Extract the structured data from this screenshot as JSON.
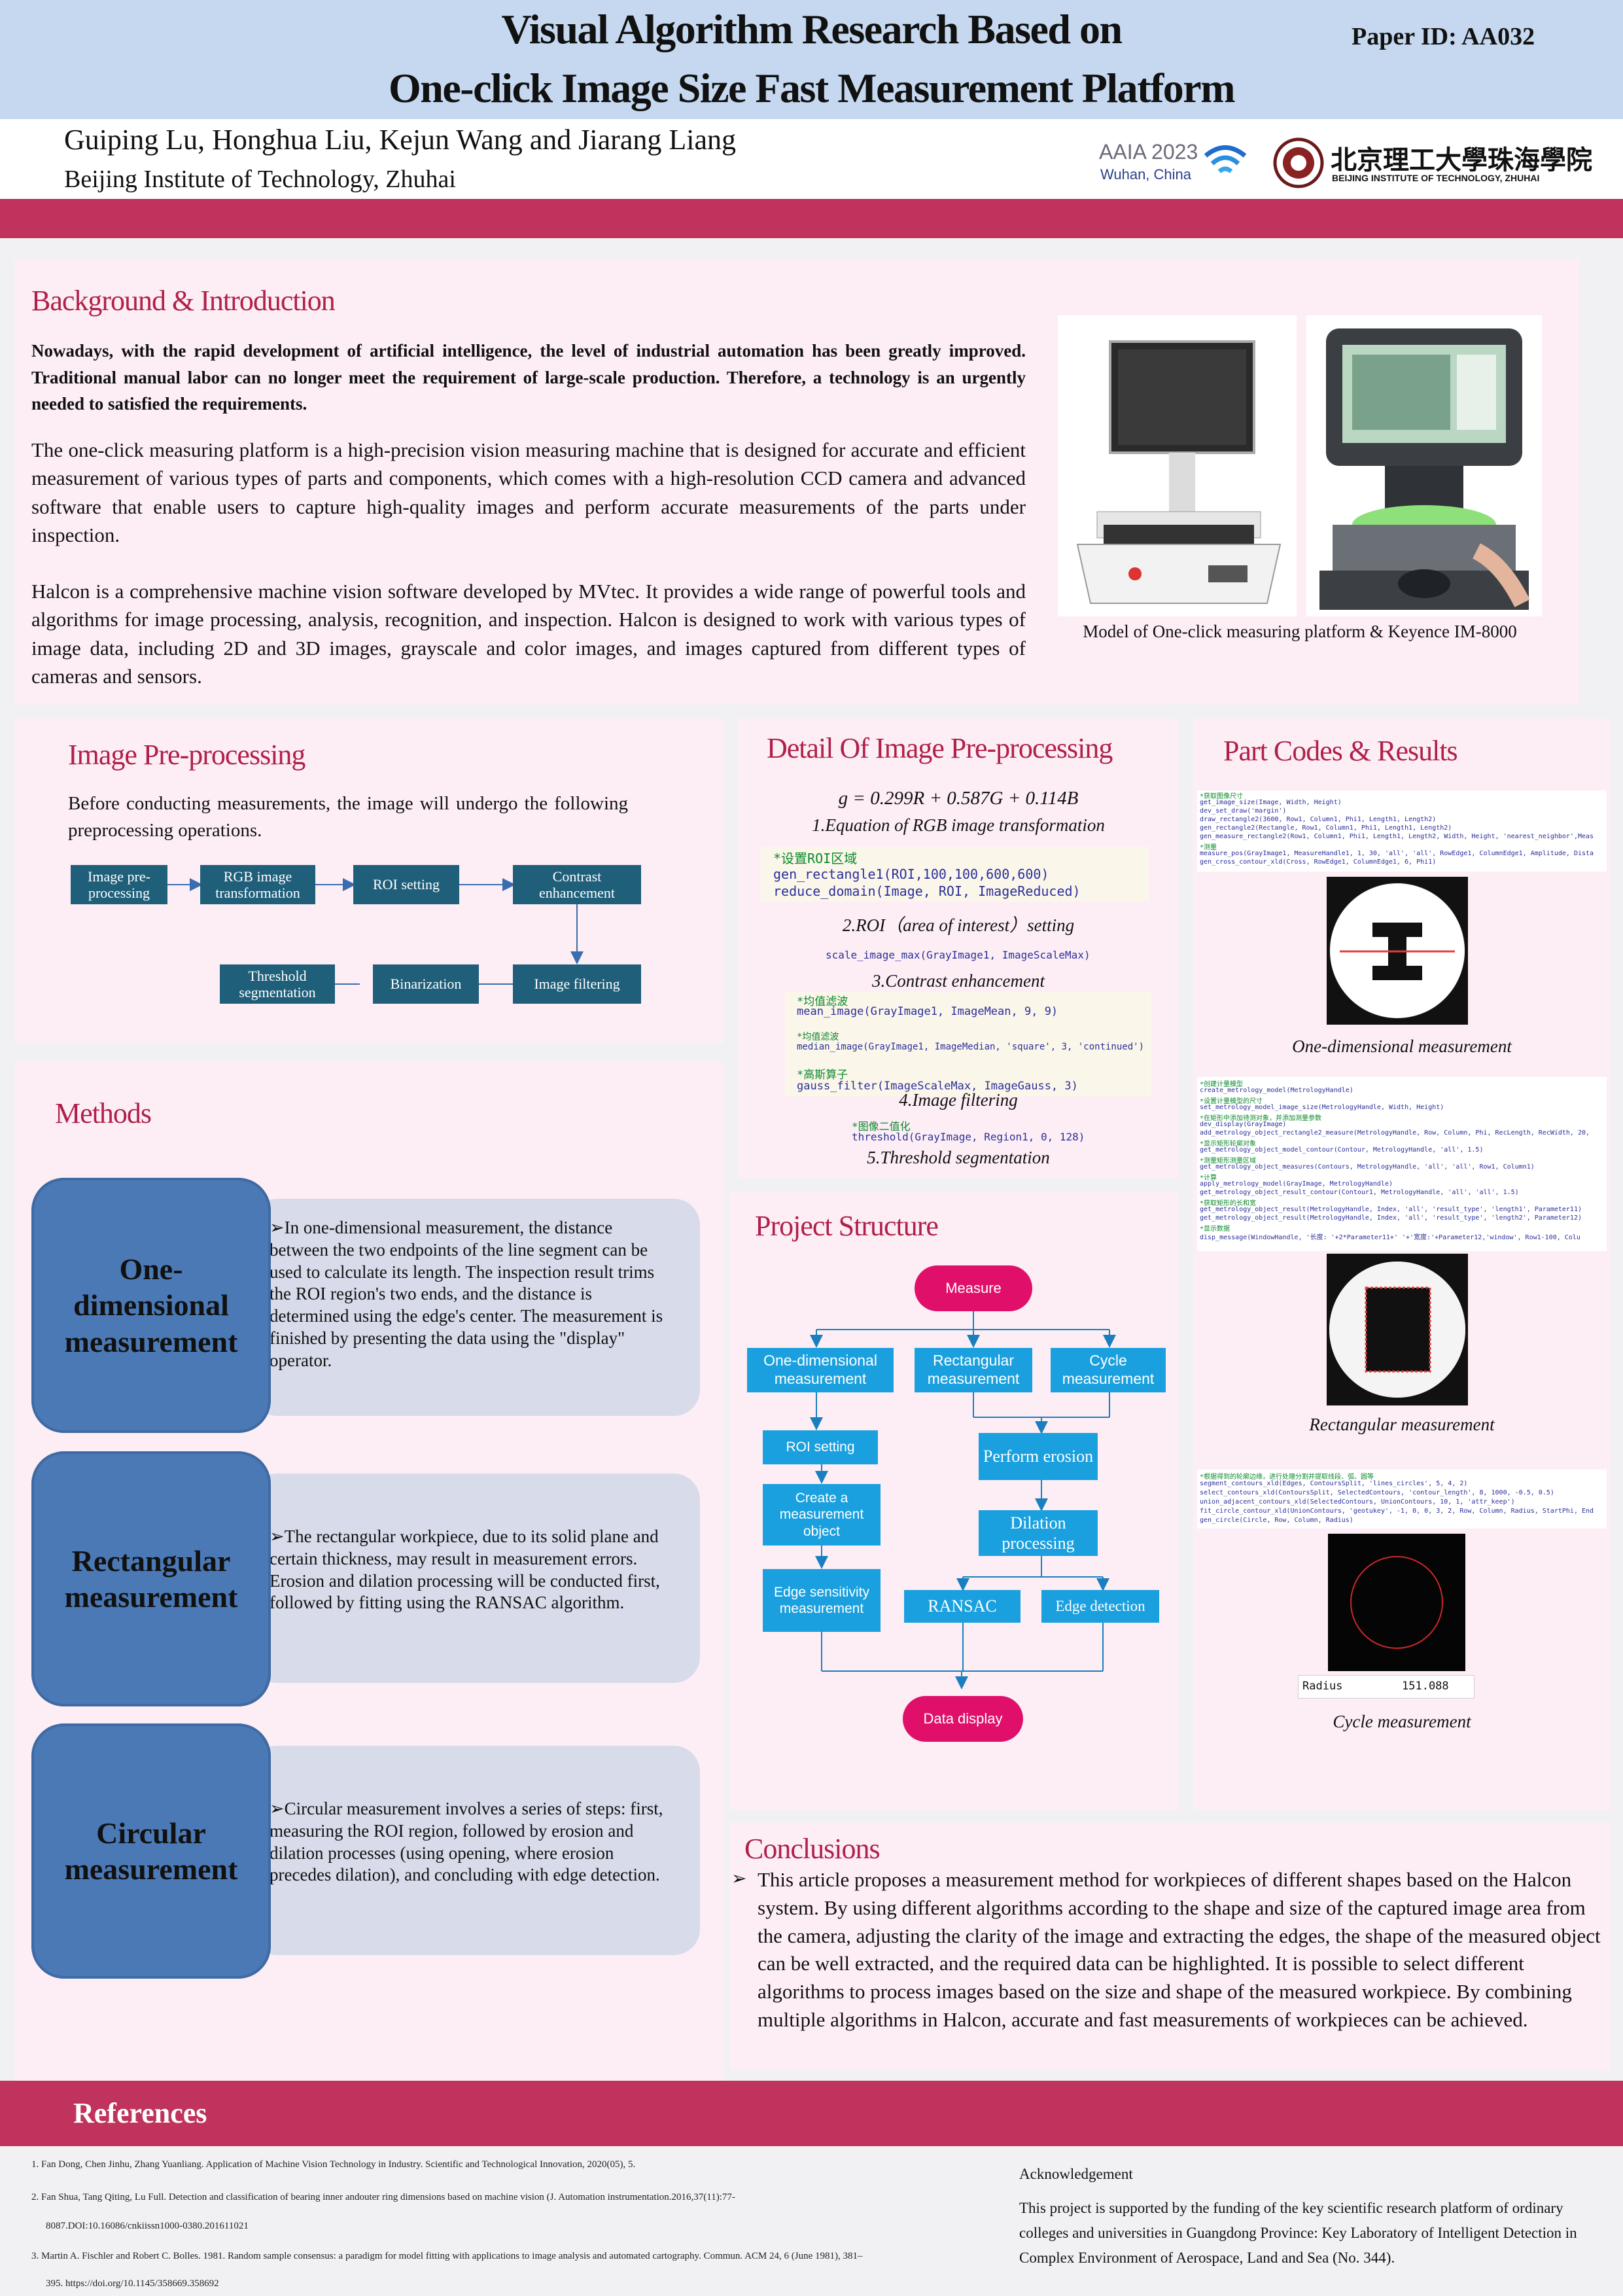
{
  "header": {
    "title_line1": "Visual Algorithm Research Based on",
    "title_line2": "One-click Image Size Fast Measurement Platform",
    "paper_id": "Paper ID: AA032",
    "authors": "Guiping Lu, Honghua Liu, Kejun Wang and Jiarang Liang",
    "affiliation": "Beijing Institute of Technology, Zhuhai",
    "aaia_logo": "AAIA 2023",
    "aaia_location": "Wuhan, China",
    "uni_name_cn": "北京理工大學珠海學院",
    "uni_name_en": "BEIJING INSTITUTE OF TECHNOLOGY, ZHUHAI"
  },
  "background": {
    "title": "Background & Introduction",
    "bold_para": "Nowadays, with the rapid development of artificial intelligence, the level of industrial automation has been greatly improved. Traditional manual labor can no longer meet the requirement of large-scale production. Therefore, a technology is an urgently needed to satisfied the requirements.",
    "para1": "The one-click measuring platform is a high-precision vision measuring machine that is designed for accurate and efficient measurement of various types of parts and components, which comes with a high-resolution CCD camera and advanced software that enable users to capture high-quality images and perform accurate measurements of the parts under inspection.",
    "para2": "Halcon is a comprehensive machine vision software developed by MVtec. It provides a wide range of powerful tools and algorithms for image processing, analysis, recognition, and inspection. Halcon is designed to work with various types of image data, including 2D and 3D images, grayscale and color images, and images captured from different types of cameras and sensors.",
    "figure_caption": "Model of One-click measuring platform & Keyence IM-8000"
  },
  "preprocessing": {
    "title": "Image Pre-processing",
    "intro": "Before conducting measurements, the image will undergo the following preprocessing operations.",
    "steps": [
      "Image pre-processing",
      "RGB image transformation",
      "ROI setting",
      "Contrast enhancement",
      "Image filtering",
      "Binarization",
      "Threshold segmentation"
    ]
  },
  "detail": {
    "title": "Detail Of Image Pre-processing",
    "equation": "g = 0.299R + 0.587G + 0.114B",
    "cap1": "1.Equation of RGB image transformation",
    "code2_l1": "*设置ROI区域",
    "code2_l2": "gen_rectangle1(ROI,100,100,600,600)",
    "code2_l3": "reduce_domain(Image, ROI, ImageReduced)",
    "cap2": "2.ROI（area of interest）setting",
    "code3": "scale_image_max(GrayImage1, ImageScaleMax)",
    "cap3": "3.Contrast enhancement",
    "code4_c1": "*均值滤波",
    "code4_l1": "mean_image(GrayImage1, ImageMean, 9, 9)",
    "code4_c2": "*均值滤波",
    "code4_l2": "median_image(GrayImage1, ImageMedian, 'square', 3, 'continued')",
    "code4_c3": "*高斯算子",
    "code4_l3": "gauss_filter(ImageScaleMax, ImageGauss, 3)",
    "cap4": "4.Image filtering",
    "code5_c": "*图像二值化",
    "code5_l": "threshold(GrayImage, Region1, 0, 128)",
    "cap5": "5.Threshold segmentation"
  },
  "results": {
    "title": "Part Codes & Results",
    "code1": [
      "*获取图像尺寸",
      "get_image_size(Image, Width, Height)",
      "dev_set_draw('margin')",
      "draw_rectangle2(3600, Row1, Column1, Phi1, Length1, Length2)",
      "gen_rectangle2(Rectangle, Row1, Column1, Phi1, Length1, Length2)",
      "gen_measure_rectangle2(Row1, Column1, Phi1, Length1, Length2, Width, Height, 'nearest_neighbor',Meas",
      "*测量",
      "measure_pos(GrayImage1, MeasureHandle1, 1, 30, 'all', 'all', RowEdge1, ColumnEdge1, Amplitude, Dista",
      "gen_cross_contour_xld(Cross, RowEdge1, ColumnEdge1, 6, Phi1)"
    ],
    "cap1": "One-dimensional measurement",
    "code2": [
      "*创建计量模型",
      "create_metrology_model(MetrologyHandle)",
      "*设置计量模型的尺寸",
      "set_metrology_model_image_size(MetrologyHandle, Width, Height)",
      "*在矩形中添加待测对象，并添加测量参数",
      "dev_display(GrayImage)",
      "add_metrology_object_rectangle2_measure(MetrologyHandle, Row, Column, Phi, RecLength, RecWidth, 20,",
      "*显示矩形轮廓对象",
      "get_metrology_object_model_contour(Contour, MetrologyHandle, 'all', 1.5)",
      "*测量矩形测量区域",
      "get_metrology_object_measures(Contours, MetrologyHandle, 'all', 'all', Row1, Column1)",
      "*计算",
      "apply_metrology_model(GrayImage, MetrologyHandle)",
      "get_metrology_object_result_contour(Contour1, MetrologyHandle, 'all', 'all', 1.5)",
      "*获取矩形的长和宽",
      "get_metrology_object_result(MetrologyHandle, Index, 'all', 'result_type', 'length1', Parameter11)",
      "get_metrology_object_result(MetrologyHandle, Index, 'all', 'result_type', 'length2', Parameter12)",
      "*显示数据",
      "disp_message(WindowHandle, '长度: '+2*Parameter11+' '+'宽度:'+Parameter12,'window', Row1-100, Colu"
    ],
    "cap2": "Rectangular measurement",
    "code3": [
      "*根据得到的轮廓边缘，进行处理分割并提取线段、弧、圆等",
      "segment_contours_xld(Edges, ContoursSplit, 'lines_circles', 5, 4, 2)",
      "select_contours_xld(ContoursSplit, SelectedContours, 'contour_length', 8, 1000, -0.5, 0.5)",
      "union_adjacent_contours_xld(SelectedContours, UnionContours, 10, 1, 'attr_keep')",
      "fit_circle_contour_xld(UnionContours, 'geotukey', -1, 0, 0, 3, 2, Row, Column, Radius, StartPhi, End",
      "gen_circle(Circle, Row, Column, Radius)"
    ],
    "radius_label": "Radius",
    "radius_value": "151.088",
    "cap3": "Cycle measurement"
  },
  "methods": {
    "title": "Methods",
    "m1_label": "One-dimensional measurement",
    "m1_text": "➢In one-dimensional measurement, the distance between the two endpoints of the line segment can be used to calculate its length. The inspection result trims the ROI region's two ends, and the distance is determined using the edge's center. The measurement is finished by presenting the data using the \"display\" operator.",
    "m2_label": "Rectangular measurement",
    "m2_text": "➢The rectangular workpiece, due to its solid plane and certain thickness, may result in measurement errors. Erosion and dilation processing will be conducted first, followed by fitting using the RANSAC algorithm.",
    "m3_label": "Circular measurement",
    "m3_text": "➢Circular measurement involves a series of steps: first, measuring the ROI region, followed by erosion and dilation processes (using opening, where erosion precedes dilation), and concluding with edge detection."
  },
  "structure": {
    "title": "Project Structure",
    "root": "Measure",
    "b1": "One-dimensional measurement",
    "b2": "Rectangular measurement",
    "b3": "Cycle measurement",
    "roi": "ROI setting",
    "create": "Create a measurement object",
    "edge_sens": "Edge sensitivity measurement",
    "erosion": "Perform erosion",
    "dilation": "Dilation processing",
    "ransac": "RANSAC",
    "edge_det": "Edge detection",
    "display": "Data display"
  },
  "conclusions": {
    "title": "Conclusions",
    "text": "This article proposes a measurement method for workpieces of different shapes based on the Halcon system. By using different algorithms according to the shape and size of the captured image area from the camera, adjusting the clarity of the image and extracting the edges, the shape of the measured object can be well extracted, and the required data can be highlighted. It is possible to select different algorithms to process images based on the size and shape of the measured workpiece. By combining multiple algorithms in Halcon, accurate and fast measurements of workpieces can be achieved."
  },
  "references": {
    "title": "References",
    "r1": "1. Fan Dong, Chen Jinhu, Zhang Yuanliang. Application of Machine Vision Technology in Industry. Scientific and Technological Innovation, 2020(05), 5.",
    "r2a": "2. Fan Shua, Tang Qiting, Lu Full. Detection and classification of bearing inner andouter ring dimensions based on machine vision (J. Automation instrumentation.2016,37(11):77-",
    "r2b": "8087.DOI:10.16086/cnkiissn1000-0380.201611021",
    "r3a": "3. Martin A. Fischler and Robert C. Bolles. 1981. Random sample consensus: a paradigm for model fitting with applications to image analysis and automated cartography. Commun. ACM 24, 6 (June 1981), 381–",
    "r3b": "395. https://doi.org/10.1145/358669.358692",
    "ack_title": "Acknowledgement",
    "ack_text": "This project is supported by the funding of the key scientific research platform of ordinary colleges and universities in Guangdong Province: Key Laboratory of Intelligent Detection in Complex Environment of Aerospace, Land and Sea (No. 344)."
  },
  "colors": {
    "accent": "#b0204a",
    "header_blue": "#c5d8ef",
    "flow_box": "#1f5f7a",
    "struct_box": "#1aa0df",
    "pill": "#e0106a",
    "method_blue": "#4a79b5"
  }
}
